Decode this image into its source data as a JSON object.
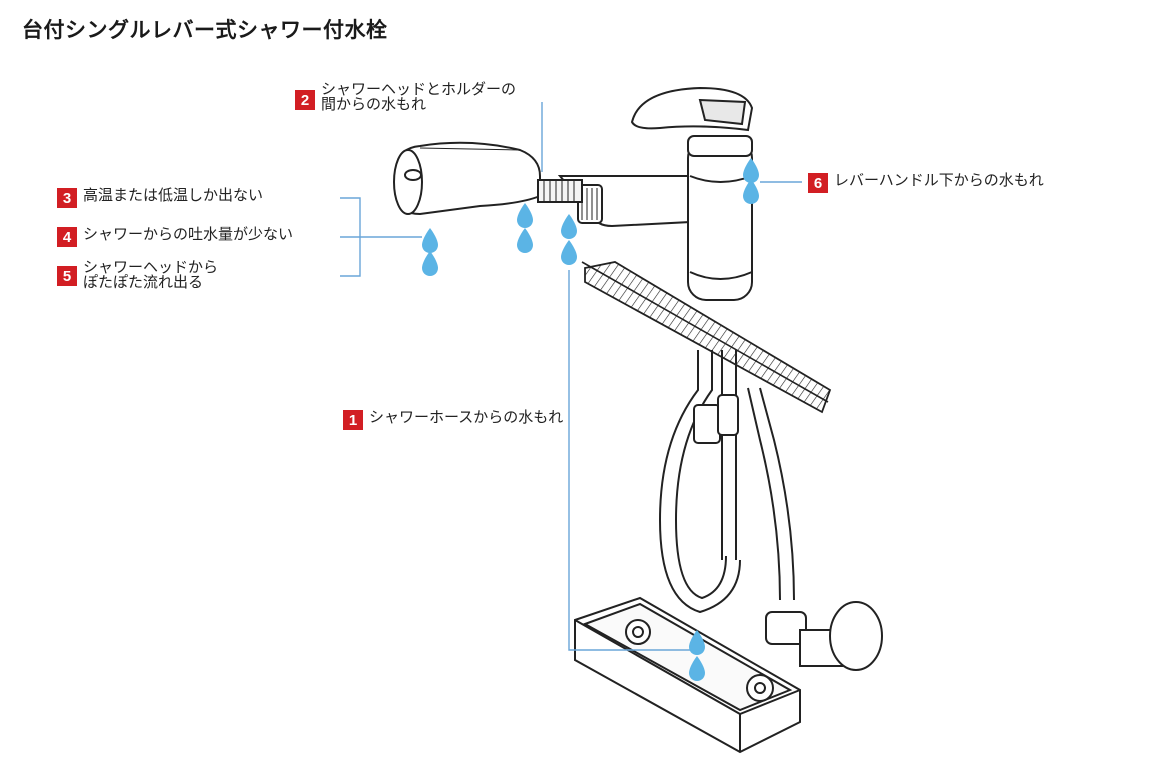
{
  "title": "台付シングルレバー式シャワー付水栓",
  "colors": {
    "badge": "#d21e23",
    "water_drop": "#5bb4e5",
    "leader_line": "#6aa6d8",
    "line_art": "#222222"
  },
  "callouts": [
    {
      "number": "1",
      "lines": [
        "シャワーホースからの水もれ"
      ]
    },
    {
      "number": "2",
      "lines": [
        "シャワーヘッドとホルダーの",
        "間からの水もれ"
      ]
    },
    {
      "number": "3",
      "lines": [
        "高温または低温しか出ない"
      ]
    },
    {
      "number": "4",
      "lines": [
        "シャワーからの吐水量が少ない"
      ]
    },
    {
      "number": "5",
      "lines": [
        "シャワーヘッドから",
        "ぽたぽた流れ出る"
      ]
    },
    {
      "number": "6",
      "lines": [
        "レバーハンドル下からの水もれ"
      ]
    }
  ]
}
